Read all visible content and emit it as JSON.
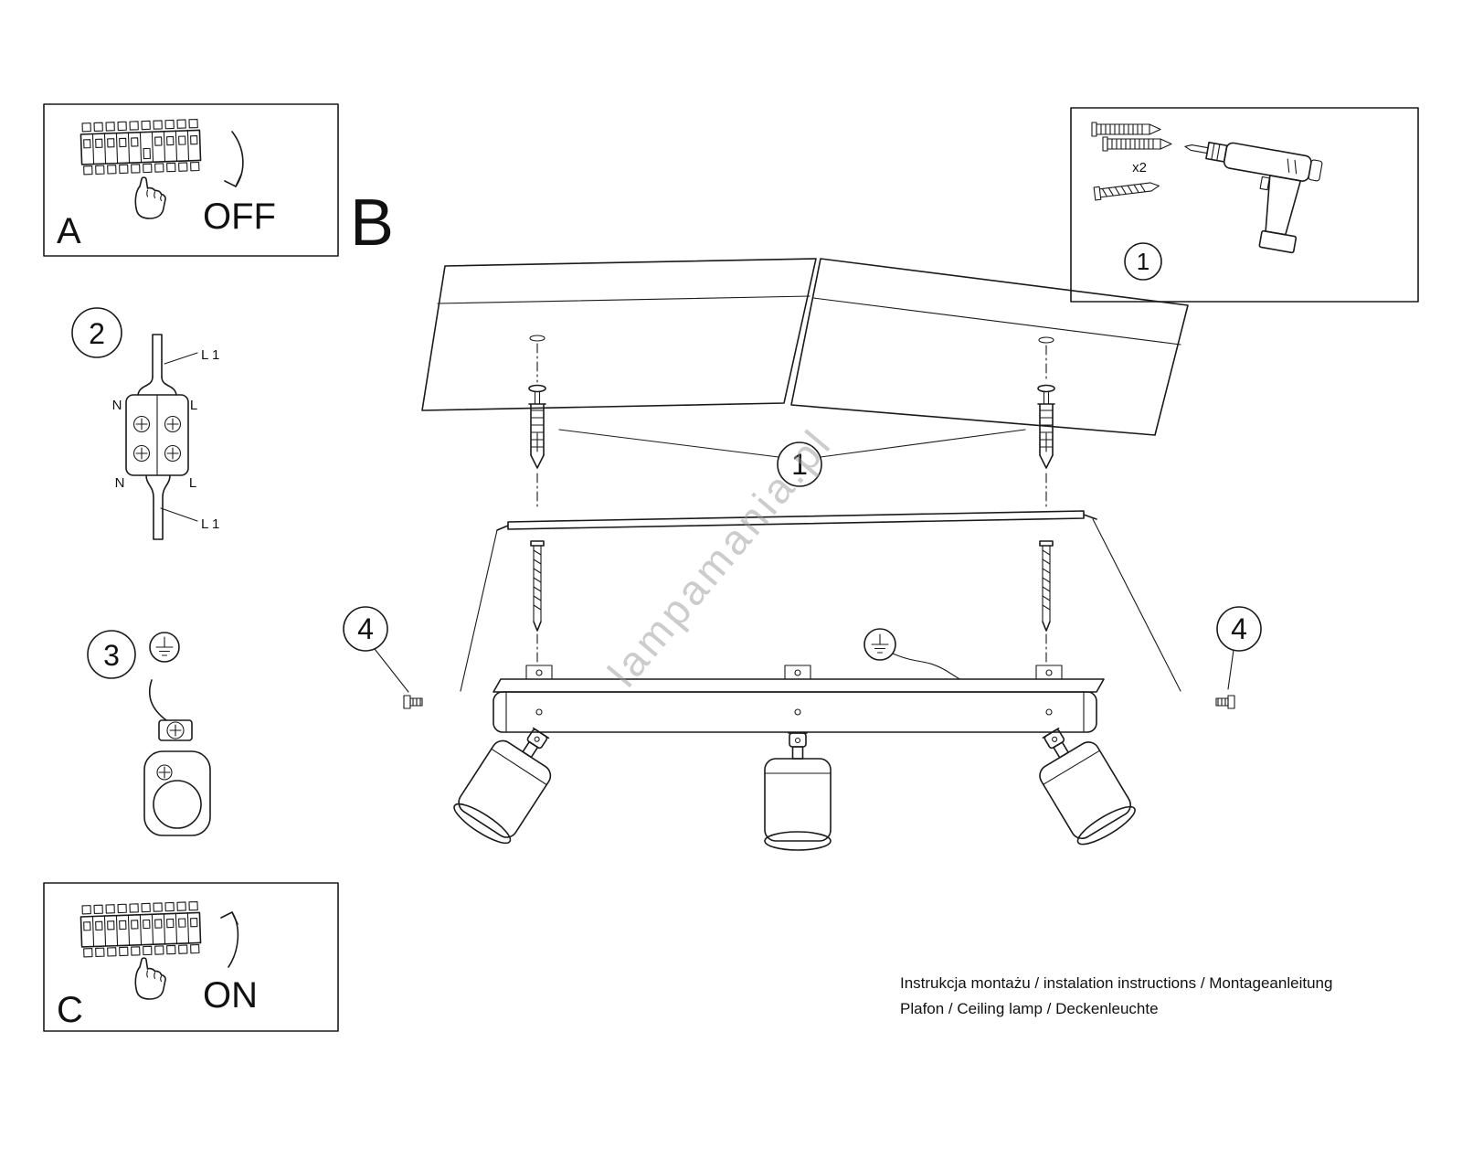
{
  "title_letters": {
    "a": "A",
    "b": "B",
    "c": "C"
  },
  "switch_labels": {
    "off": "OFF",
    "on": "ON"
  },
  "step_numbers": {
    "one": "1",
    "two": "2",
    "three": "3",
    "four": "4"
  },
  "wiring": {
    "l1": "L 1",
    "n": "N",
    "l": "L"
  },
  "parts": {
    "anchor_qty": "x2"
  },
  "watermark": "lampamania.pl",
  "footer": {
    "line1": "Instrukcja montażu / instalation instructions / Montageanleitung",
    "line2": "Plafon / Ceiling lamp / Deckenleuchte"
  },
  "colors": {
    "line": "#1a1a1a",
    "watermark": "#9a9a9a"
  }
}
